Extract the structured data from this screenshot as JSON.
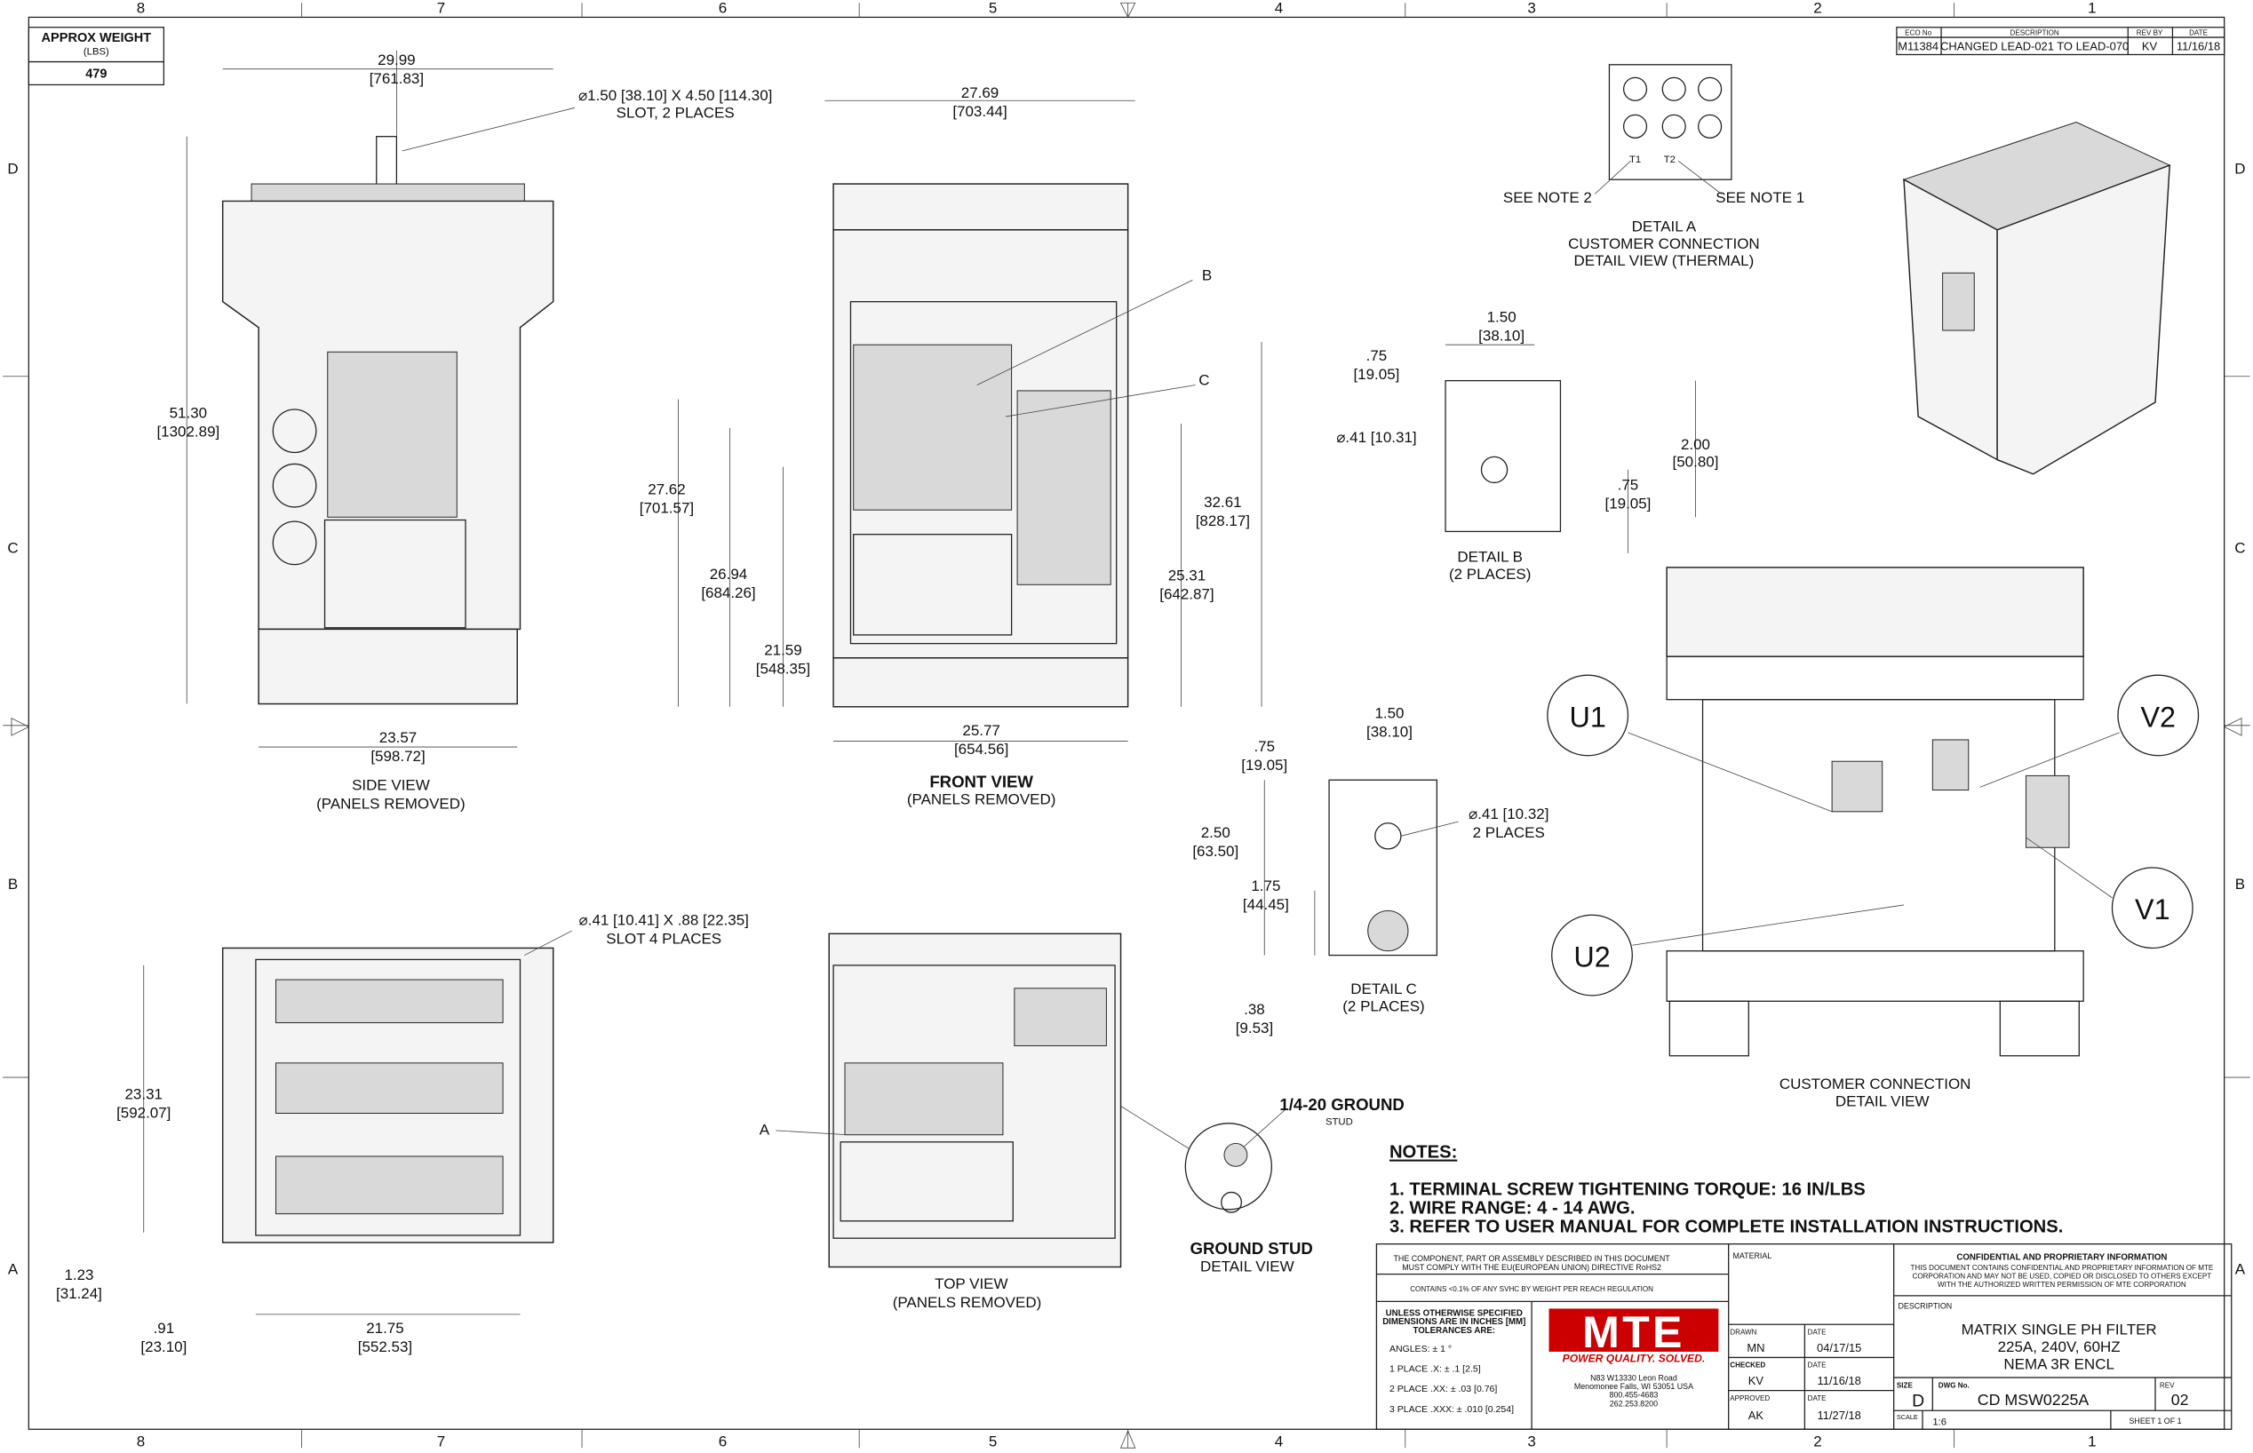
{
  "zones": {
    "columns": [
      "8",
      "7",
      "6",
      "5",
      "4",
      "3",
      "2",
      "1"
    ],
    "rows": [
      "D",
      "C",
      "B",
      "A"
    ]
  },
  "weight": {
    "title": "APPROX WEIGHT",
    "unit": "(LBS)",
    "value": "479"
  },
  "revision": {
    "headers": [
      "ECO No",
      "DESCRIPTION",
      "REV BY",
      "DATE"
    ],
    "row": [
      "M11384",
      "CHANGED LEAD-021 TO LEAD-070",
      "KV",
      "11/16/18"
    ]
  },
  "side_view": {
    "width_in": "29.99",
    "width_mm": "[761.83]",
    "slot_callout": "⌀1.50 [38.10] X 4.50 [114.30]",
    "slot_places": "SLOT, 2 PLACES",
    "height_in": "51.30",
    "height_mm": "[1302.89]",
    "base_in": "23.57",
    "base_mm": "[598.72]",
    "title": "SIDE VIEW",
    "subtitle": "(PANELS REMOVED)"
  },
  "front_view": {
    "width_in": "27.69",
    "width_mm": "[703.44]",
    "h1_in": "27.62",
    "h1_mm": "[701.57]",
    "h2_in": "26.94",
    "h2_mm": "[684.26]",
    "h3_in": "21.59",
    "h3_mm": "[548.35]",
    "h4_in": "25.31",
    "h4_mm": "[642.87]",
    "h5_in": "32.61",
    "h5_mm": "[828.17]",
    "base_in": "25.77",
    "base_mm": "[654.56]",
    "label_b": "B",
    "label_c": "C",
    "title": "FRONT VIEW",
    "subtitle": "(PANELS REMOVED)"
  },
  "detail_a": {
    "see_note_2": "SEE NOTE 2",
    "see_note_1": "SEE NOTE 1",
    "t1": "T1",
    "t2": "T2",
    "title": "DETAIL A",
    "line2": "CUSTOMER CONNECTION",
    "line3": "DETAIL VIEW (THERMAL)"
  },
  "detail_b": {
    "w_in": "1.50",
    "w_mm": "[38.10]",
    "off_in": ".75",
    "off_mm": "[19.05]",
    "hole": "⌀.41 [10.31]",
    "h_in": "2.00",
    "h_mm": "[50.80]",
    "v_in": ".75",
    "v_mm": "[19.05]",
    "title": "DETAIL B",
    "subtitle": "(2 PLACES)"
  },
  "detail_c": {
    "w_in": "1.50",
    "w_mm": "[38.10]",
    "off_in": ".75",
    "off_mm": "[19.05]",
    "hole": "⌀.41 [10.32]",
    "hole_places": "2 PLACES",
    "h1_in": "2.50",
    "h1_mm": "[63.50]",
    "h2_in": "1.75",
    "h2_mm": "[44.45]",
    "h3_in": ".38",
    "h3_mm": "[9.53]",
    "title": "DETAIL C",
    "subtitle": "(2 PLACES)"
  },
  "customer_connection": {
    "u1": "U1",
    "u2": "U2",
    "v1": "V1",
    "v2": "V2",
    "title": "CUSTOMER CONNECTION",
    "subtitle": "DETAIL VIEW"
  },
  "bottom_view": {
    "slot_callout": "⌀.41 [10.41] X .88 [22.35]",
    "slot_places": "SLOT 4 PLACES",
    "h_in": "23.31",
    "h_mm": "[592.07]",
    "off_in": "1.23",
    "off_mm": "[31.24]",
    "left_in": ".91",
    "left_mm": "[23.10]",
    "w_in": "21.75",
    "w_mm": "[552.53]"
  },
  "top_view": {
    "label_a": "A",
    "title": "TOP VIEW",
    "subtitle": "(PANELS REMOVED)"
  },
  "ground_stud": {
    "callout": "1/4-20 GROUND",
    "callout2": "STUD",
    "title": "GROUND STUD",
    "subtitle": "DETAIL VIEW"
  },
  "notes": {
    "title": "NOTES:",
    "items": [
      "1.  TERMINAL SCREW TIGHTENING TORQUE: 16 IN/LBS",
      "2.  WIRE RANGE: 4 - 14 AWG.",
      "3.  REFER TO USER MANUAL FOR COMPLETE INSTALLATION INSTRUCTIONS."
    ]
  },
  "title_block": {
    "rohs_1": "THE COMPONENT, PART OR ASSEMBLY DESCRIBED IN THIS DOCUMENT",
    "rohs_2": "MUST COMPLY WITH THE EU(EUROPEAN UNION) DIRECTIVE RoHS2",
    "reach": "CONTAINS <0.1% OF ANY SVHC BY WEIGHT PER REACH REGULATION",
    "tol_1": "UNLESS OTHERWISE SPECIFIED",
    "tol_2": "DIMENSIONS ARE IN INCHES [MM]",
    "tol_3": "TOLERANCES ARE:",
    "angles": "ANGLES: ± 1 °",
    "place1": "1 PLACE .X: ± .1 [2.5]",
    "place2": "2 PLACE .XX: ± .03 [0.76]",
    "place3": "3 PLACE .XXX: ± .010 [0.254]",
    "logo": "MTE",
    "tagline": "POWER QUALITY. SOLVED.",
    "address_1": "N83 W13330 Leon Road",
    "address_2": "Menomonee Falls, WI 53051 USA",
    "phone_1": "800.455-4683",
    "phone_2": "262.253.8200",
    "material_label": "MATERIAL",
    "drawn_label": "DRAWN",
    "drawn": "MN",
    "drawn_date": "04/17/15",
    "checked_label": "CHECKED",
    "checked": "KV",
    "checked_date": "11/16/18",
    "approved_label": "APPROVED",
    "approved": "AK",
    "approved_date": "11/27/18",
    "date_label": "DATE",
    "conf_title": "CONFIDENTIAL AND PROPRIETARY INFORMATION",
    "conf_1": "THIS DOCUMENT CONTAINS CONFIDENTIAL AND PROPRIETARY INFORMATION OF MTE",
    "conf_2": "CORPORATION AND MAY NOT BE USED, COPIED OR DISCLOSED TO OTHERS EXCEPT",
    "conf_3": "WITH THE AUTHORIZED WRITTEN PERMISSION OF MTE CORPORATION",
    "description_label": "DESCRIPTION",
    "description": [
      "MATRIX SINGLE PH FILTER",
      "225A, 240V, 60HZ",
      "NEMA 3R ENCL"
    ],
    "size_label": "SIZE",
    "size": "D",
    "dwg_label": "DWG No.",
    "dwg": "CD MSW0225A",
    "rev_label": "REV",
    "rev": "02",
    "scale_label": "SCALE",
    "scale": "1:6",
    "sheet": "SHEET 1  OF 1"
  },
  "colors": {
    "brand_red": "#cc0000",
    "line": "#222222"
  }
}
